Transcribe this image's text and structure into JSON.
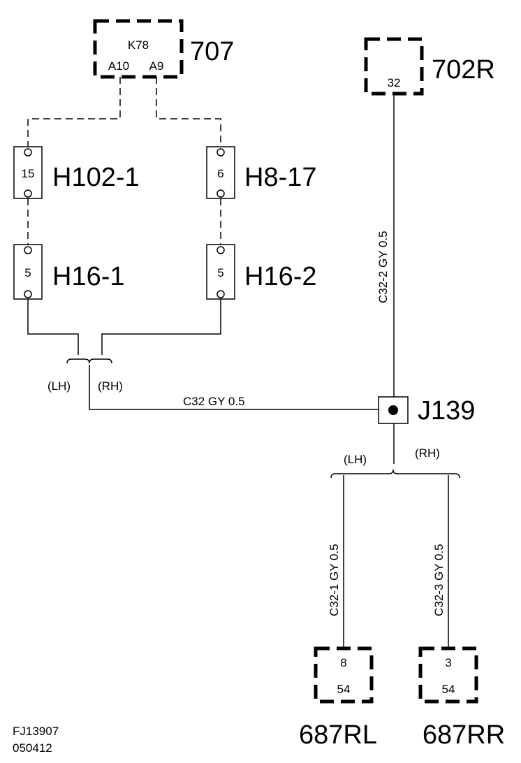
{
  "components": {
    "c707": {
      "id": "707",
      "name": "K78",
      "pin_left": "A10",
      "pin_right": "A9"
    },
    "c702r": {
      "id": "702R",
      "pin": "32"
    },
    "c687rl": {
      "id": "687RL",
      "pin_top": "8",
      "pin_bottom": "54"
    },
    "c687rr": {
      "id": "687RR",
      "pin_top": "3",
      "pin_bottom": "54"
    }
  },
  "connectors": {
    "h102": {
      "id": "H102-1",
      "pin": "15"
    },
    "h8": {
      "id": "H8-17",
      "pin": "6"
    },
    "h16_1": {
      "id": "H16-1",
      "pin": "5"
    },
    "h16_2": {
      "id": "H16-2",
      "pin": "5"
    }
  },
  "splice": {
    "id": "J139"
  },
  "wires": {
    "c32": "C32   GY  0.5",
    "c32_2": "C32-2 GY  0.5",
    "c32_1": "C32-1 GY  0.5",
    "c32_3": "C32-3 GY  0.5"
  },
  "branch_labels": {
    "left_lh": "(LH)",
    "left_rh": "(RH)",
    "right_lh": "(LH)",
    "right_rh": "(RH)"
  },
  "footer": {
    "ref_code": "FJ13907",
    "date_code": "050412"
  }
}
